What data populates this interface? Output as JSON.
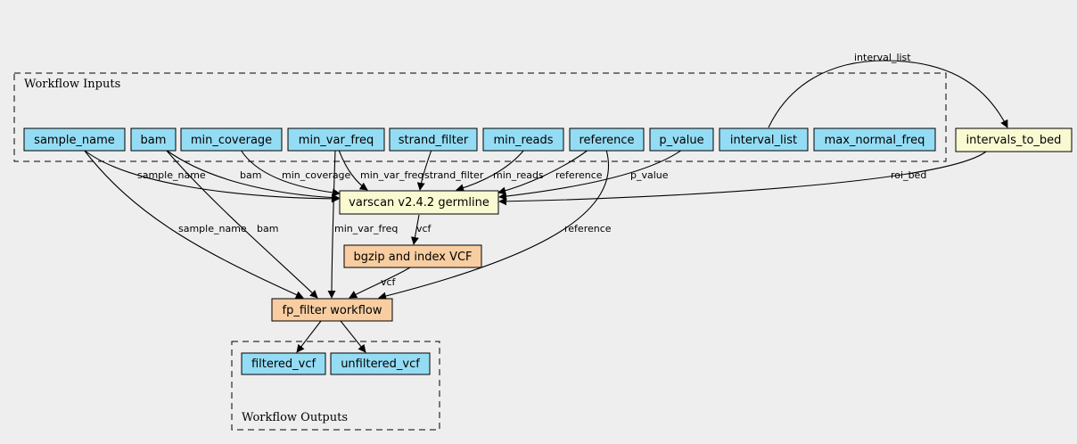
{
  "colors": {
    "background": "#eeeeee",
    "input_output": "#94dcf4",
    "tool": "#fafad2",
    "subworkflow": "#f7cda1",
    "stroke": "#000000"
  },
  "clusters": {
    "inputs": "Workflow Inputs",
    "outputs": "Workflow Outputs"
  },
  "nodes": {
    "sample_name": "sample_name",
    "bam": "bam",
    "min_coverage": "min_coverage",
    "min_var_freq": "min_var_freq",
    "strand_filter": "strand_filter",
    "min_reads": "min_reads",
    "reference": "reference",
    "p_value": "p_value",
    "interval_list": "interval_list",
    "max_normal_freq": "max_normal_freq",
    "intervals_to_bed": "intervals_to_bed",
    "varscan": "varscan v2.4.2 germline",
    "bgzip": "bgzip and index VCF",
    "fp_filter": "fp_filter workflow",
    "filtered_vcf": "filtered_vcf",
    "unfiltered_vcf": "unfiltered_vcf"
  },
  "edges": {
    "interval_list_to_intervals_to_bed": "interval_list",
    "sample_name_to_varscan": "sample_name",
    "bam_to_varscan": "bam",
    "min_coverage_to_varscan": "min_coverage",
    "min_var_freq_to_varscan": "min_var_freq",
    "strand_filter_to_varscan": "strand_filter",
    "min_reads_to_varscan": "min_reads",
    "reference_to_varscan": "reference",
    "p_value_to_varscan": "p_value",
    "intervals_to_bed_to_varscan": "roi_bed",
    "sample_name_to_fp_filter": "sample_name",
    "bam_to_fp_filter": "bam",
    "min_var_freq_to_fp_filter": "min_var_freq",
    "varscan_to_bgzip": "vcf",
    "reference_to_fp_filter": "reference",
    "bgzip_to_fp_filter": "vcf"
  }
}
